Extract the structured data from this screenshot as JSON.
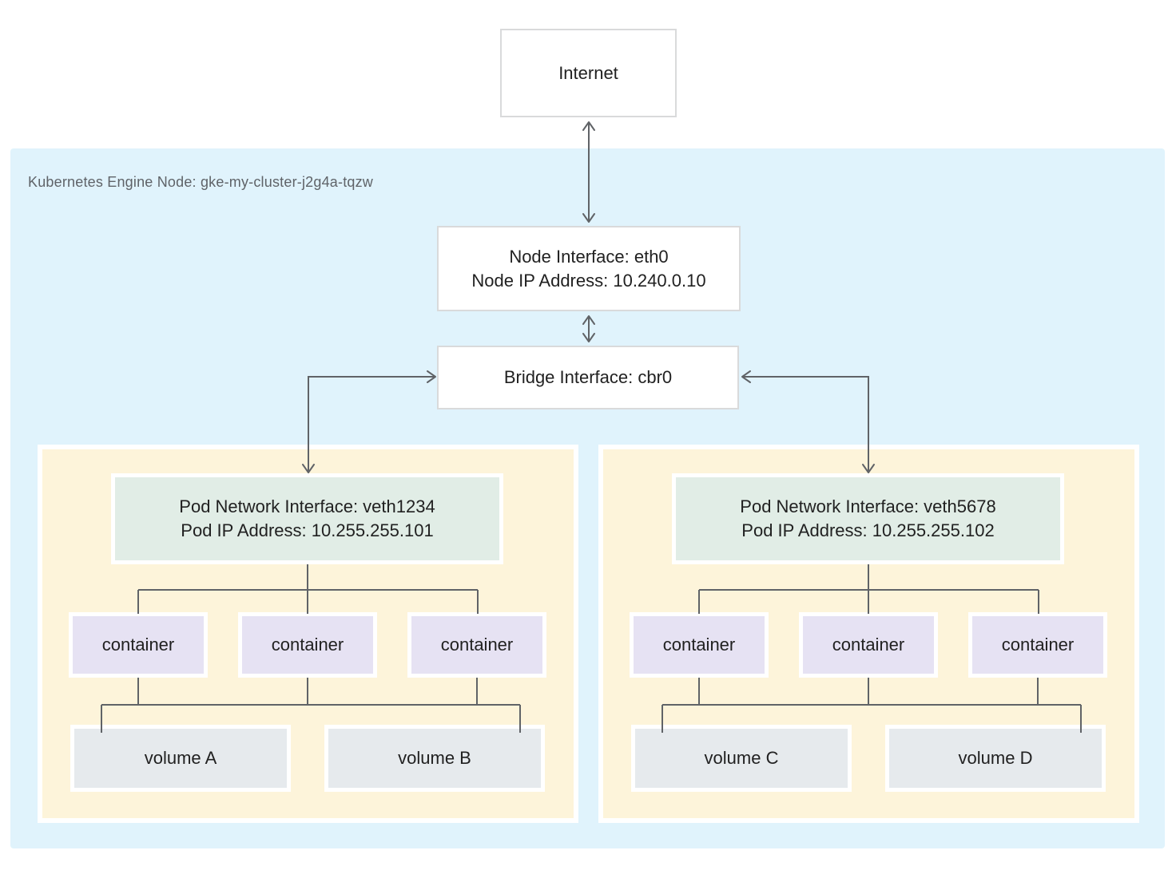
{
  "diagram": {
    "internet_label": "Internet",
    "node": {
      "label": "Kubernetes Engine Node: gke-my-cluster-j2g4a-tqzw",
      "node_interface": {
        "line1": "Node Interface: eth0",
        "line2": "Node IP Address: 10.240.0.10"
      },
      "bridge_interface": {
        "label": "Bridge Interface: cbr0"
      },
      "pods": [
        {
          "network_interface": {
            "line1": "Pod Network Interface: veth1234",
            "line2": "Pod IP Address: 10.255.255.101"
          },
          "containers": [
            "container",
            "container",
            "container"
          ],
          "volumes": [
            "volume A",
            "volume B"
          ]
        },
        {
          "network_interface": {
            "line1": "Pod Network Interface: veth5678",
            "line2": "Pod IP Address: 10.255.255.102"
          },
          "containers": [
            "container",
            "container",
            "container"
          ],
          "volumes": [
            "volume C",
            "volume D"
          ]
        }
      ]
    },
    "colors": {
      "node_bg": "#e0f3fc",
      "pod_bg": "#fdf4da",
      "interface_bg": "#e1ede6",
      "container_bg": "#e6e2f3",
      "volume_bg": "#e6eaed",
      "box_border": "#d9dadb",
      "connector": "#606367",
      "text": "#212121",
      "label_text": "#5f6368"
    }
  }
}
